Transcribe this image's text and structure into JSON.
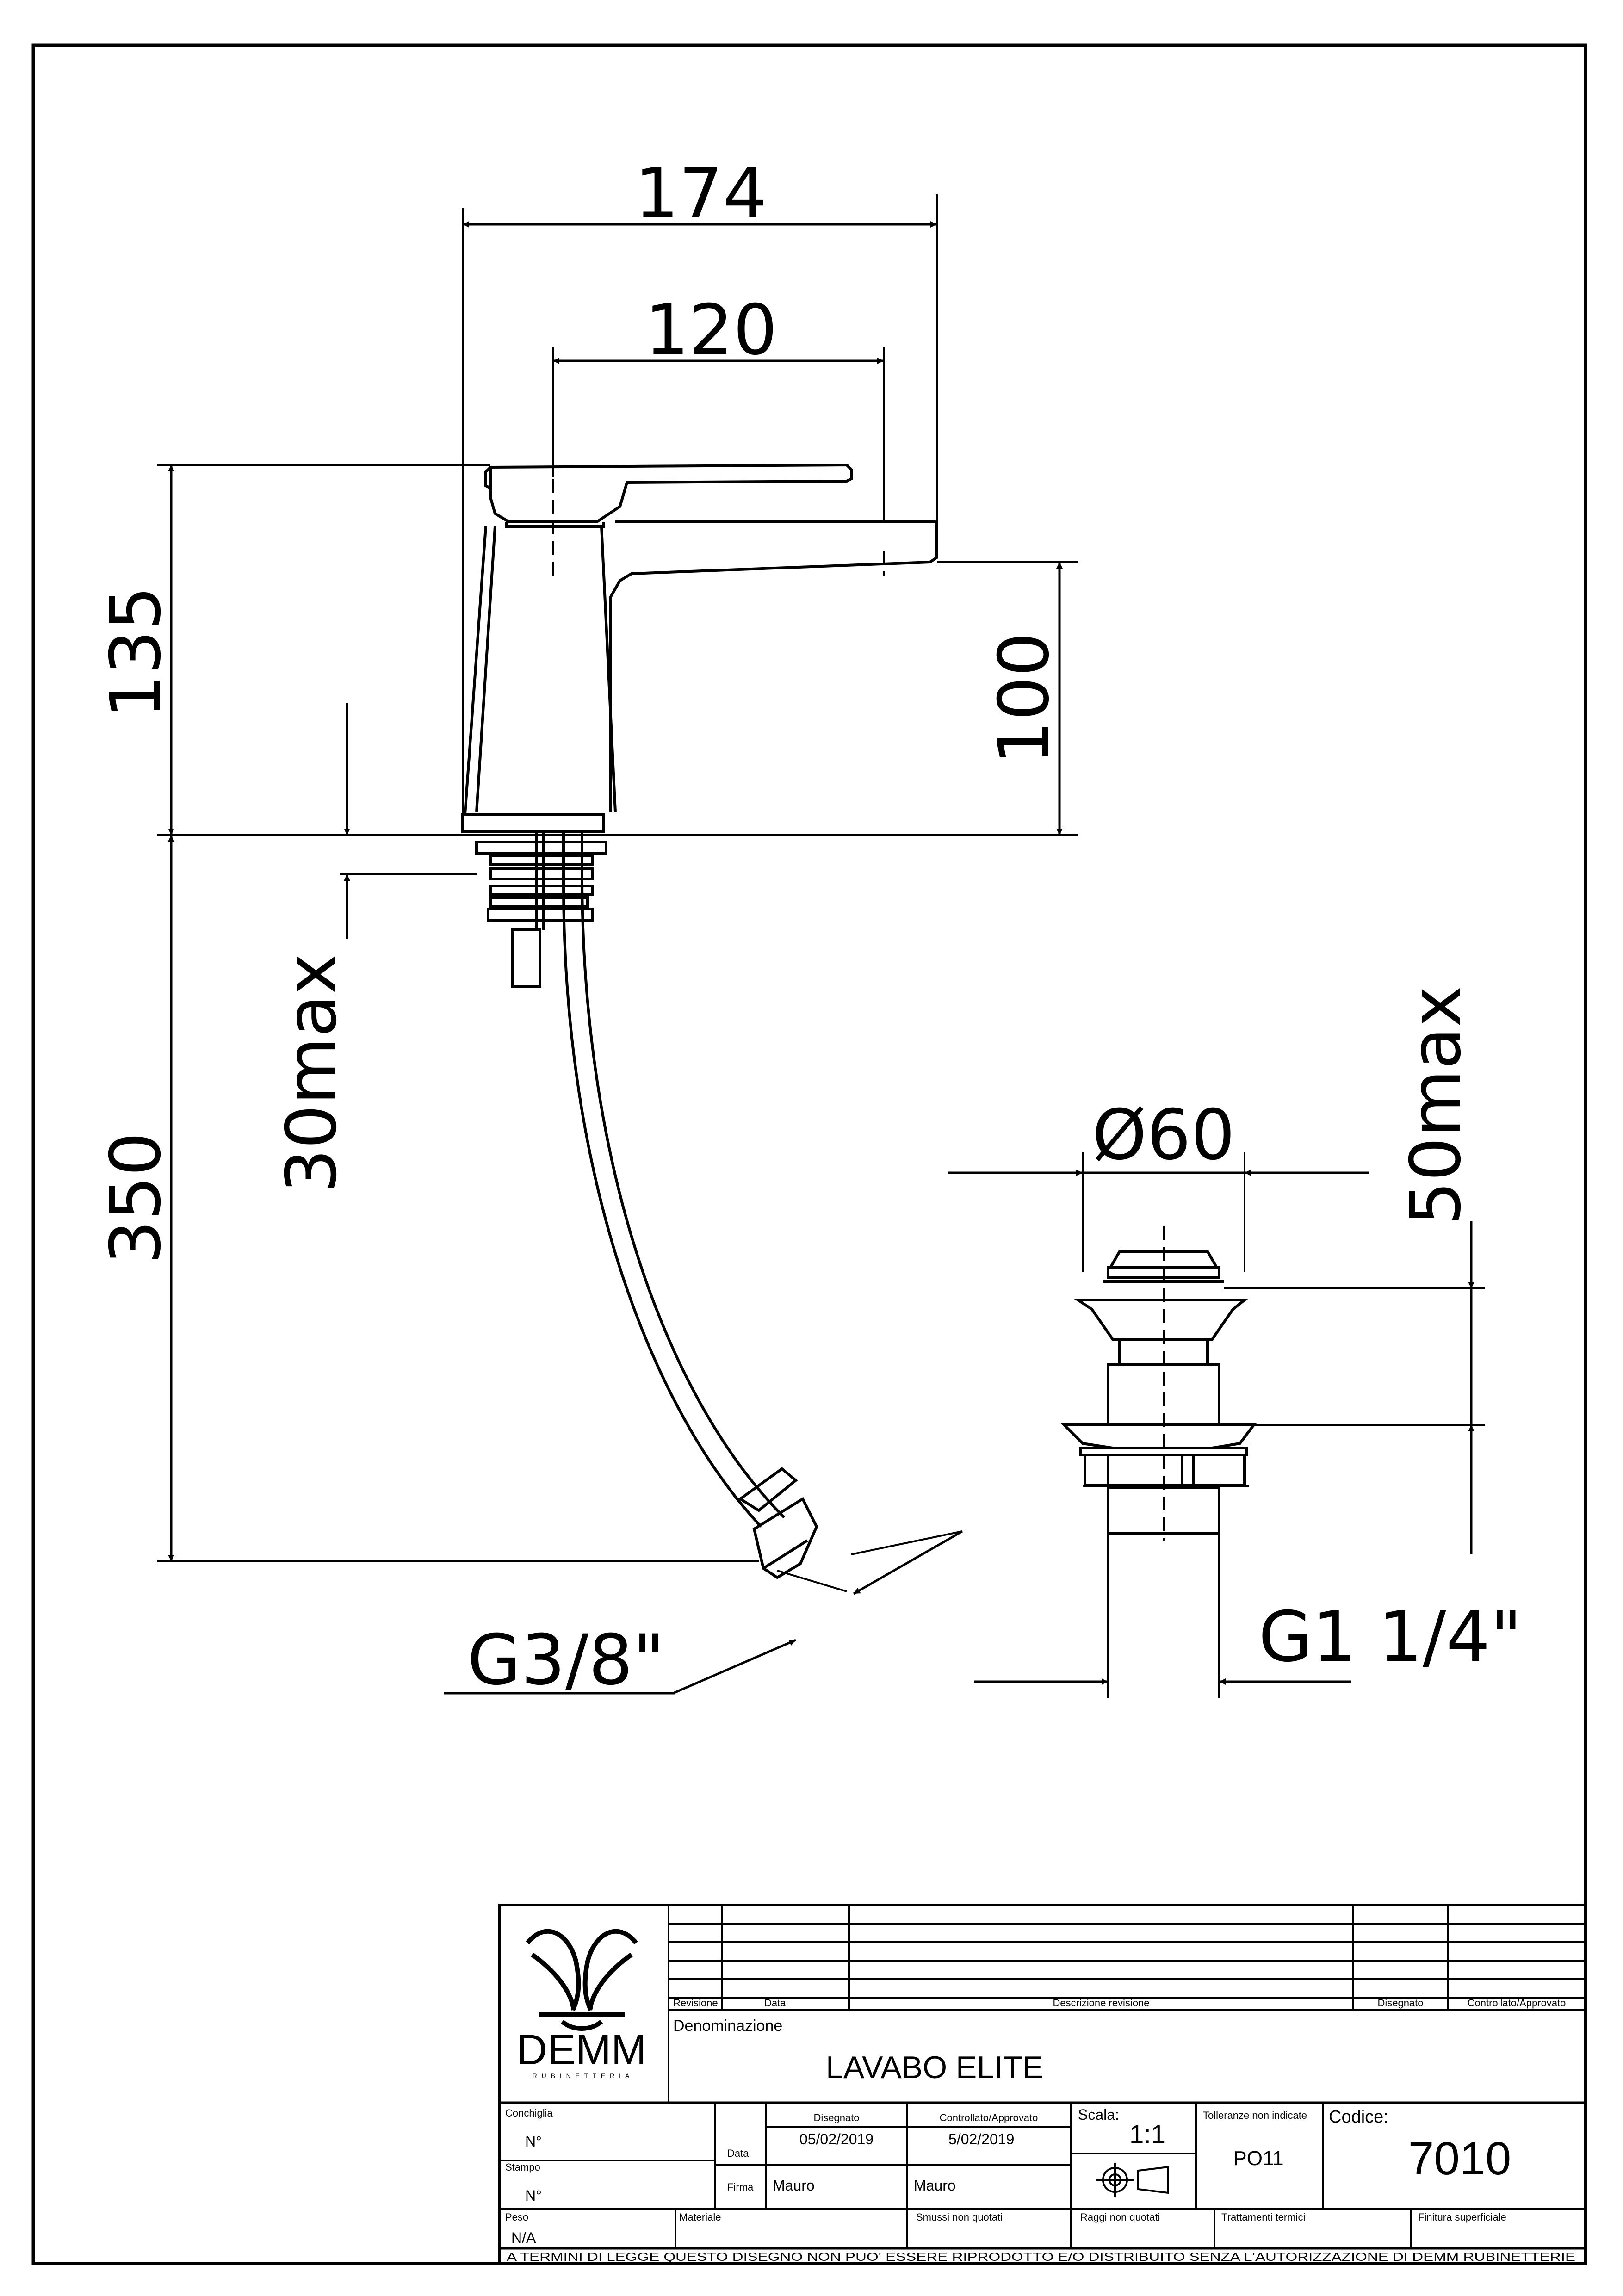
{
  "dimensions": {
    "overall_width": "174",
    "spout_reach": "120",
    "total_height": "135",
    "spout_height": "100",
    "max_deck_thickness": "30max",
    "hose_length": "350",
    "hose_thread": "G3/8\"",
    "waste_diameter": "Ø60",
    "waste_max_thickness": "50max",
    "waste_thread": "G1 1/4\""
  },
  "title_block": {
    "brand": "DEMM",
    "brand_sub": "R U B I N E T T E R I A",
    "revision_headers": {
      "revisione": "Revisione",
      "data": "Data",
      "descrizione": "Descrizione revisione",
      "disegnato": "Disegnato",
      "controllato": "Controllato/Approvato"
    },
    "denominazione_label": "Denominazione",
    "denominazione": "LAVABO ELITE",
    "conchiglia_label": "Conchiglia",
    "conchiglia_value": "N°",
    "stampo_label": "Stampo",
    "stampo_value": "N°",
    "disegnato_label": "Disegnato",
    "controllato_label": "Controllato/Approvato",
    "data_label": "Data",
    "firma_label": "Firma",
    "data_disegnato": "05/02/2019",
    "data_controllato": "5/02/2019",
    "firma_disegnato": "Mauro",
    "firma_controllato": "Mauro",
    "scala_label": "Scala:",
    "scala": "1:1",
    "tolleranze_label": "Tolleranze non indicate",
    "tolleranze": "PO11",
    "codice_label": "Codice:",
    "codice": "7010",
    "peso_label": "Peso",
    "peso": "N/A",
    "materiale_label": "Materiale",
    "smussi_label": "Smussi non quotati",
    "raggi_label": "Raggi non quotati",
    "trattamenti_label": "Trattamenti termici",
    "finitura_label": "Finitura superficiale",
    "footer": "A TERMINI DI LEGGE QUESTO DISEGNO NON PUO' ESSERE RIPRODOTTO E/O DISTRIBUITO SENZA L'AUTORIZZAZIONE DI DEMM RUBINETTERIE"
  }
}
